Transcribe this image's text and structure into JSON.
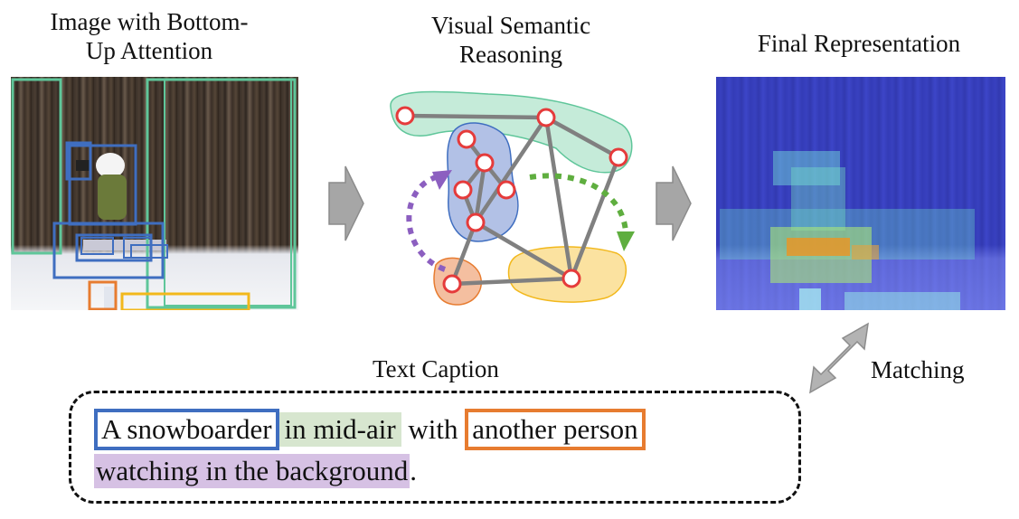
{
  "titles": {
    "image_line1": "Image with Bottom-",
    "image_line2": "Up Attention",
    "reasoning_line1": "Visual Semantic",
    "reasoning_line2": "Reasoning",
    "final": "Final Representation"
  },
  "labels": {
    "text_caption": "Text Caption",
    "matching": "Matching"
  },
  "caption": {
    "segment_a": "A  snowboarder",
    "segment_b": "in  mid-air",
    "connector": "with",
    "segment_c": "another  person",
    "segment_d": "watching in the background",
    "end": "."
  },
  "colors": {
    "blue": "#3f6ec0",
    "green": "#5fc69a",
    "orange": "#e77c30",
    "yellow": "#f2b81c",
    "purple": "#8c5fc0",
    "node_red": "#e53b3b",
    "edge_gray": "#808080",
    "arrow_gray": "#a6a6a6"
  }
}
